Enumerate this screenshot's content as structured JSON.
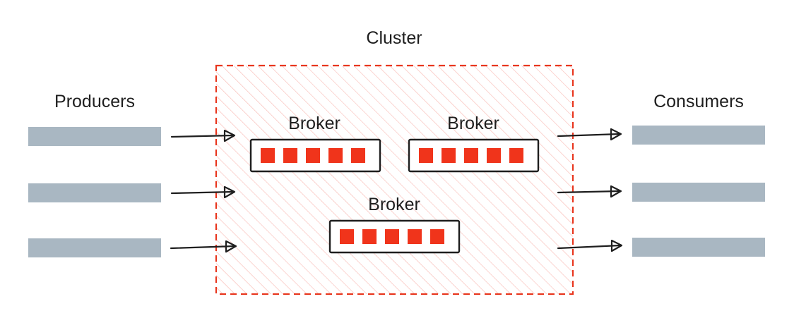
{
  "cluster": {
    "label": "Cluster",
    "border_color": "#e8361e",
    "hatch_color": "#f8b7b0"
  },
  "producers": {
    "title": "Producers",
    "count": 3,
    "bar_color": "#a9b7c2"
  },
  "consumers": {
    "title": "Consumers",
    "count": 3,
    "bar_color": "#a9b7c2"
  },
  "brokers": [
    {
      "label": "Broker",
      "partition_count": 5
    },
    {
      "label": "Broker",
      "partition_count": 5
    },
    {
      "label": "Broker",
      "partition_count": 5
    }
  ],
  "partition_color": "#f0341b"
}
